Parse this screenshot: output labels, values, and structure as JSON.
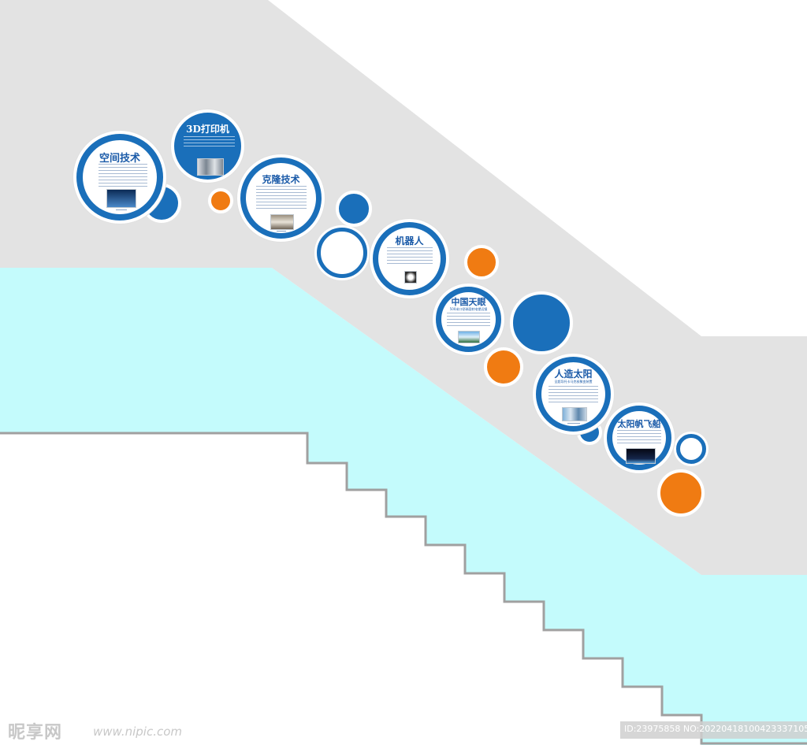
{
  "panels": [
    {
      "key": "space",
      "title": "空间技术",
      "subtitle": ""
    },
    {
      "key": "printer",
      "title": "3D打印机",
      "subtitle": ""
    },
    {
      "key": "clone",
      "title": "克隆技术",
      "subtitle": ""
    },
    {
      "key": "robot",
      "title": "机器人",
      "subtitle": ""
    },
    {
      "key": "fast",
      "title": "中国天眼",
      "subtitle": "500米口径球面射电望远镜"
    },
    {
      "key": "sun",
      "title": "人造太阳",
      "subtitle": "全超导托卡马克核聚变装置"
    },
    {
      "key": "sail",
      "title": "太阳帆飞船",
      "subtitle": ""
    }
  ],
  "colors": {
    "blue": "#1a6fba",
    "orange": "#f07b12",
    "wall_gray": "#e3e3e3",
    "floor_cyan": "#c4fbfc",
    "stair_line": "#a0a0a0"
  },
  "icons": [
    "satellite-photo",
    "printer-photo",
    "sheep-photo",
    "robot-photo",
    "telescope-photo",
    "reactor-photo",
    "sail-ship-photo"
  ],
  "watermark": {
    "logo": "昵享网",
    "url": "www.nipic.com",
    "id_text": "ID:23975858 NO:20220418100423337105"
  }
}
